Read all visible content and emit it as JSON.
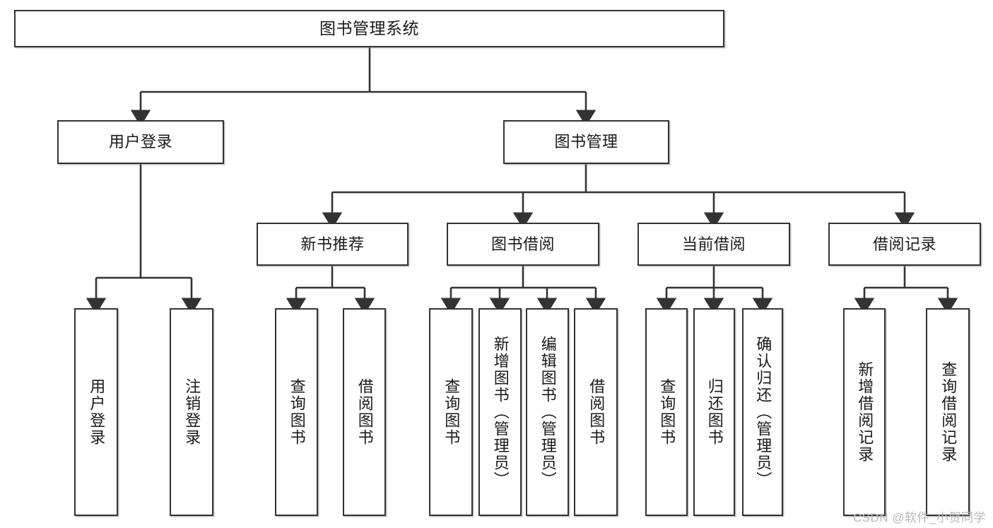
{
  "diagram": {
    "title": "图书管理系统",
    "type": "tree-hierarchy-diagram",
    "watermark": "CSDN @软件_小贺同学",
    "colors": {
      "box_border": "#333333",
      "box_fill": "#ffffff",
      "connector": "#333333",
      "text": "#1a1a1a",
      "watermark": "#b8b8b8",
      "background": "#ffffff"
    },
    "root": {
      "label": "图书管理系统"
    },
    "level2": [
      {
        "label": "用户登录"
      },
      {
        "label": "图书管理"
      }
    ],
    "level3": [
      {
        "label": "新书推荐"
      },
      {
        "label": "图书借阅"
      },
      {
        "label": "当前借阅"
      },
      {
        "label": "借阅记录"
      }
    ],
    "leaves": {
      "user_login": [
        {
          "label": "用户登录"
        },
        {
          "label": "注销登录"
        }
      ],
      "new_book_recommend": [
        {
          "label": "查询图书"
        },
        {
          "label": "借阅图书"
        }
      ],
      "book_borrow": [
        {
          "label": "查询图书"
        },
        {
          "label": "新增图书（管理员）"
        },
        {
          "label": "编辑图书（管理员）"
        },
        {
          "label": "借阅图书"
        }
      ],
      "current_borrow": [
        {
          "label": "查询图书"
        },
        {
          "label": "归还图书"
        },
        {
          "label": "确认归还（管理员）"
        }
      ],
      "borrow_record": [
        {
          "label": "新增借阅记录"
        },
        {
          "label": "查询借阅记录"
        }
      ]
    }
  }
}
